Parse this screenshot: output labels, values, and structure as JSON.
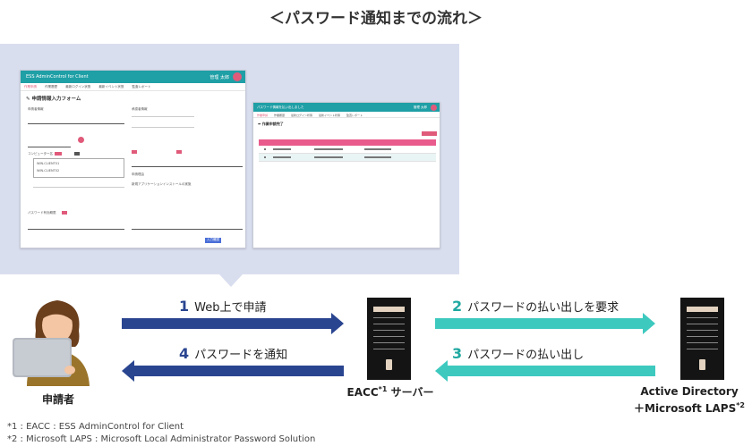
{
  "title": "＜パスワード通知までの流れ＞",
  "screenshot_form": {
    "app_title": "ESS AdminControl for Client",
    "user": "管理 太郎",
    "tabs": [
      "作業申請",
      "作業履歴",
      "最新ログイン状態",
      "最新イベント状態",
      "監査レポート"
    ],
    "form_title": "申請情報入力フォーム",
    "applicant_label": "申請者情報",
    "approver_label": "承認者情報",
    "computer_label": "コンピューター名",
    "computers": [
      "WIN-CLIENT01",
      "WIN-CLIENT02"
    ],
    "expiry_label": "パスワード有効期限",
    "reason_label": "申請理由",
    "reason_text": "新規アプリケーションインストールの実施",
    "submit": "入力確認"
  },
  "screenshot_result": {
    "app_title": "パスワード情報を払い出しました",
    "user": "管理 太郎",
    "page_title": "作業申請完了"
  },
  "steps": [
    {
      "num": "1",
      "label": "Web上で申請"
    },
    {
      "num": "2",
      "label": "パスワードの払い出しを要求"
    },
    {
      "num": "3",
      "label": "パスワードの払い出し"
    },
    {
      "num": "4",
      "label": "パスワードを通知"
    }
  ],
  "actors": {
    "applicant": "申請者",
    "server_main": "EACC",
    "server_main_sup": "*1",
    "server_main_suffix": " サーバー",
    "ad_line1": "Active Directory",
    "ad_line2": "＋Microsoft LAPS",
    "ad_sup": "*2"
  },
  "footnotes": [
    "*1 : EACC : ESS AdminControl for Client",
    "*2 : Microsoft LAPS : Microsoft Local  Administrator Password Solution"
  ],
  "colors": {
    "navy": "#2a4590",
    "teal": "#3ec9bf",
    "panel": "#d9deef",
    "header": "#1f9fa6",
    "pink": "#e05a7a"
  }
}
